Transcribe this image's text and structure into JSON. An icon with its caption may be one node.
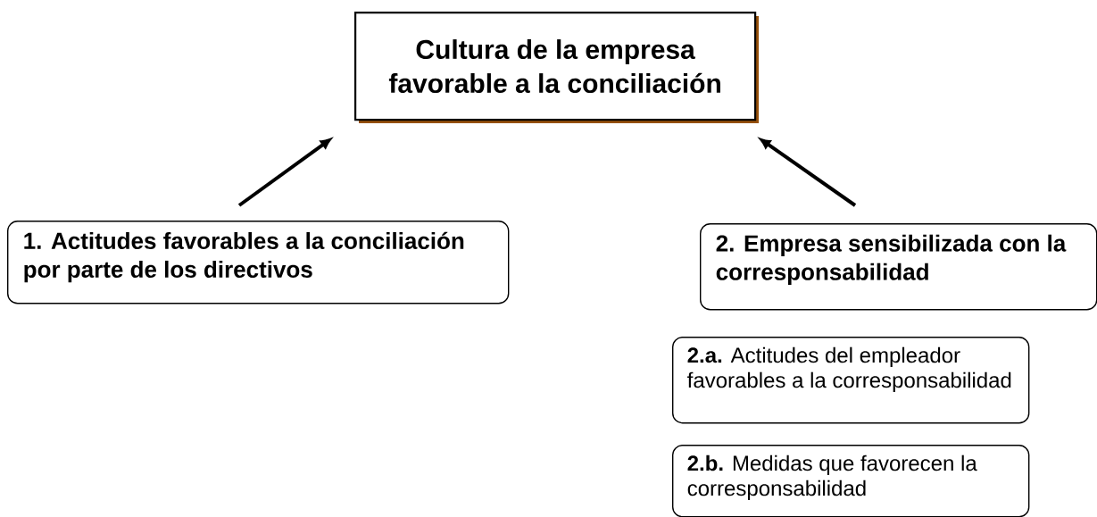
{
  "diagram": {
    "nodes": [
      {
        "text": [
          "Cultura de la empresa favorable a la conciliación"
        ]
      },
      {
        "text": [
          "1. Actitudes favorables a la conciliación por parte de los directivos"
        ]
      },
      {
        "text": [
          "2. Empresa sensibilizada con la corresponsabilidad"
        ]
      },
      {
        "text": [
          "**2.a.** Actitudes del empleador favorables a la corresponsabilidad"
        ]
      },
      {
        "text": [
          "**2.b.** Medidas que favorecen la corresponsabilidad"
        ]
      }
    ],
    "edges": [
      {
        "from": 1,
        "to": 0,
        "arrow": "to"
      },
      {
        "from": 2,
        "to": 0,
        "arrow": "to"
      }
    ]
  }
}
